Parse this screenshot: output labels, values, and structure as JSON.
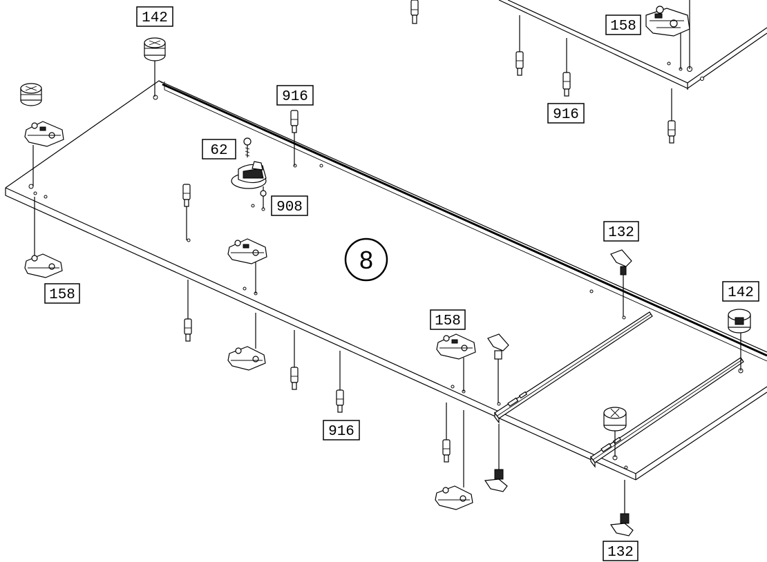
{
  "step_number": "8",
  "labels": {
    "l142_top": "142",
    "l158_top": "158",
    "l916_upper": "916",
    "l916_right": "916",
    "l62": "62",
    "l908": "908",
    "l158_left": "158",
    "l132_top": "132",
    "l142_right": "142",
    "l158_mid": "158",
    "l916_lower": "916",
    "l132_bottom": "132"
  }
}
